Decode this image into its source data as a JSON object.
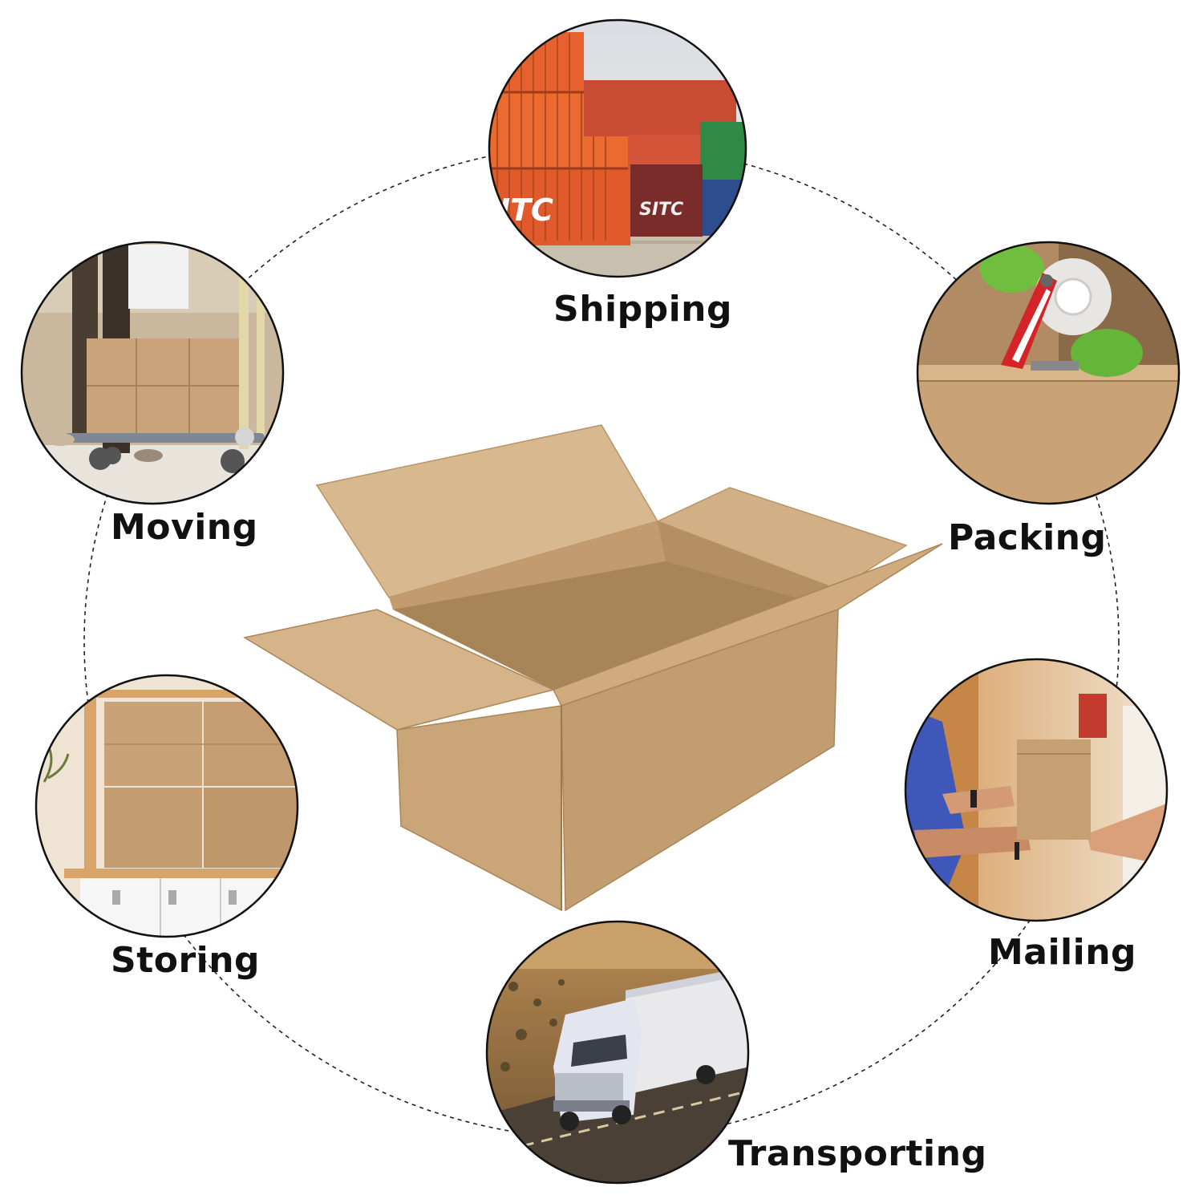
{
  "labels": {
    "shipping": "Shipping",
    "packing": "Packing",
    "moving": "Moving",
    "mailing": "Mailing",
    "storing": "Storing",
    "transporting": "Transporting"
  },
  "container_texts": {
    "left": "ITC",
    "right": "SITC"
  },
  "colors": {
    "outline": "#111111",
    "kraft": "#c9a57c",
    "kraft_dark": "#a98558",
    "kraft_light": "#d8b98f",
    "container_orange": "#e8622e",
    "container_red": "#b8432e"
  }
}
